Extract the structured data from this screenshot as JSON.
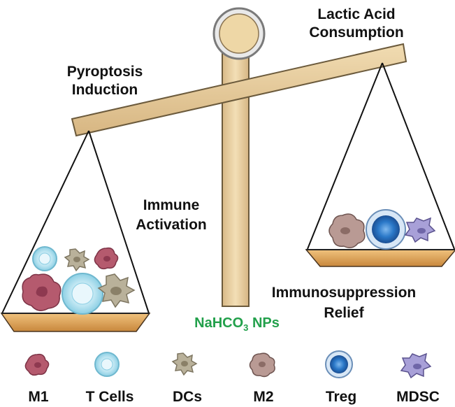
{
  "labels": {
    "pyroptosis_line1": "Pyroptosis",
    "pyroptosis_line2": "Induction",
    "lactic_line1": "Lactic Acid",
    "lactic_line2": "Consumption",
    "immune_line1": "Immune",
    "immune_line2": "Activation",
    "immunosupp_line1": "Immunosuppression",
    "immunosupp_line2": "Relief",
    "nanoparticles_main": "NaHCO",
    "nanoparticles_sub": "3",
    "nanoparticles_tail": " NPs"
  },
  "legend": [
    {
      "label": "M1",
      "icon": "m1-cell-icon"
    },
    {
      "label": "T Cells",
      "icon": "t-cell-icon"
    },
    {
      "label": "DCs",
      "icon": "dc-cell-icon"
    },
    {
      "label": "M2",
      "icon": "m2-cell-icon"
    },
    {
      "label": "Treg",
      "icon": "treg-cell-icon"
    },
    {
      "label": "MDSC",
      "icon": "mdsc-cell-icon"
    }
  ],
  "colors": {
    "beam": "#e8c994",
    "beam_stroke": "#6b5a3c",
    "pan": "#e0a356",
    "m1": "#b55a6e",
    "t_cell": "#a9dcec",
    "dc": "#b9b19a",
    "m2": "#b99a94",
    "treg": "#2a78c8",
    "mdsc": "#a8a0d8",
    "nanoparticle_text": "#22a04b"
  }
}
